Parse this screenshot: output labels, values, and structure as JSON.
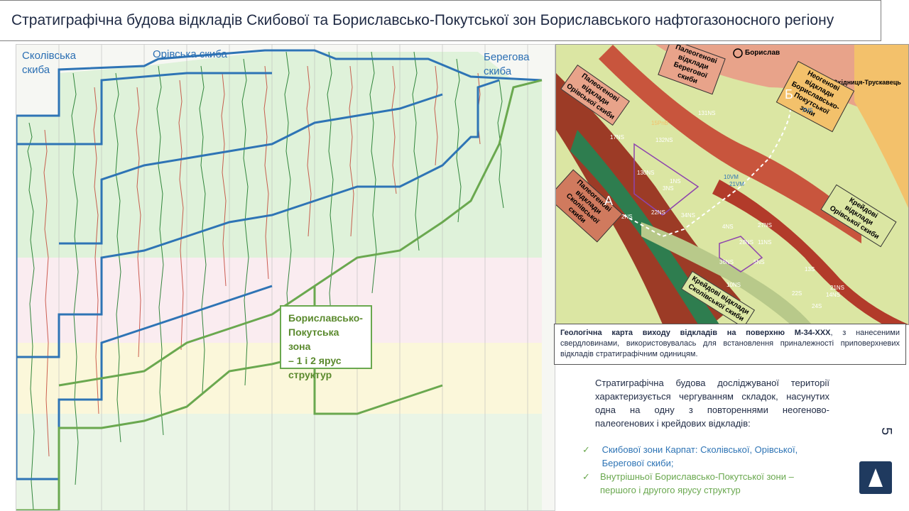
{
  "title": "Стратиграфічна будова відкладів Скибової та Бориславсько-Покутської зон Бориславського нафтогазоносного регіону",
  "section": {
    "zones": [
      {
        "label_1": "Сколівська",
        "label_2": "скиба"
      },
      {
        "label_1": "Орівська скиба",
        "label_2": ""
      },
      {
        "label_1": "Берегова",
        "label_2": "скиба"
      }
    ],
    "bp_zone": {
      "line1": "Бориславсько-",
      "line2": "Покутська зона",
      "line3": "– 1 і 2 ярус",
      "line4": "структур"
    }
  },
  "map": {
    "city": "Борислав",
    "city2": "Східниця-Трускавець",
    "labels": [
      "Палеогенові відклади Берегової скиби",
      "Неогенові відклади Бориславсько-Покутської зони",
      "Палеогенові відклади Орівської скиби",
      "Палеогенові відклади Сколівської скиби",
      "Крейдові відклади Орівської скиби",
      "Крейдові відклади Сколівської скиби"
    ],
    "point_a": "А",
    "point_b": "Б",
    "wells": [
      "131NS",
      "15PnB",
      "17NS",
      "132NS",
      "130NS",
      "1NS",
      "2NS",
      "22NS",
      "3NS",
      "34NS",
      "4NS",
      "27NS",
      "11NS",
      "28NS",
      "36NS",
      "5NS",
      "10NS",
      "13S",
      "22S",
      "14NS",
      "24S",
      "21NS",
      "21VM",
      "10VM",
      "7NS"
    ]
  },
  "caption": {
    "bold": "Геологічна карта виходу відкладів на поверхню М-34-ХХХ",
    "rest": ", з нанесеними свердловинами, використовувалась для встановлення приналежності приповерхневих відкладів стратиграфічним одиницям."
  },
  "description": "Стратиграфічна будова досліджуваної території характеризується чергуванням складок, насунутих одна на одну з повтореннями неогеново-палеогенових і крейдових відкладів:",
  "bullets": [
    {
      "text": "Скибової зони Карпат: Сколівської, Орівської, Берегової скиби;",
      "color": "#2e74b5"
    },
    {
      "text": "Внутрішньої Бориславсько-Покутської зони – першого і другого ярусу структур",
      "color": "#6aa84f"
    }
  ],
  "page_number": "5",
  "colors": {
    "skyba_line": "#2e74b5",
    "bp_line": "#6aa84f",
    "nav": "#1f3a5f"
  }
}
